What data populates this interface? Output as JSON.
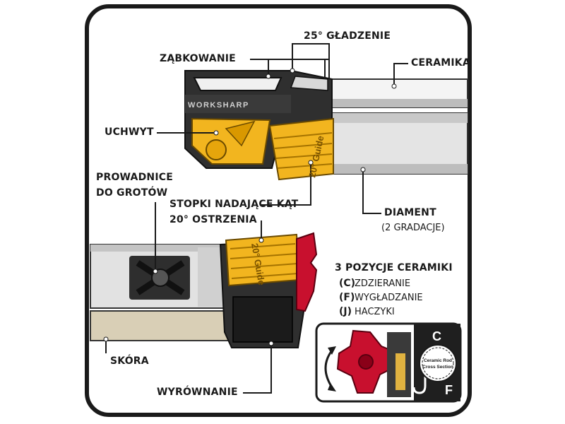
{
  "labels": {
    "gladzenie": "25° GŁADZENIE",
    "zabkowanie": "ZĄBKOWANIE",
    "ceramika": "CERAMIKA",
    "uchwyt": "UCHWYT",
    "prowadnice_line1": "PROWADNICE",
    "prowadnice_line2": "DO GROTÓW",
    "stopki_line1": "STOPKI NADAJĄCE KĄT",
    "stopki_line2": "20° OSTRZENIA",
    "diament": "DIAMENT",
    "diament_sub": "(2 GRADACJE)",
    "pozycje_title": "3 POZYCJE CERAMIKI",
    "skora": "SKÓRA",
    "wyrownanie": "WYRÓWNANIE"
  },
  "ceramic_positions": [
    {
      "symbol": "(C)",
      "text": "ZDZIERANIE"
    },
    {
      "symbol": "(F)",
      "text": "WYGŁADZANIE"
    },
    {
      "symbol": "(J)",
      "text": "HACZYKI"
    }
  ],
  "product_text": {
    "brand": "WORKSHARP",
    "guide_top": "20° Guide",
    "guide_bottom": "20° Guide"
  },
  "inset": {
    "letter_c": "C",
    "letter_f": "F",
    "badge_line1": "Ceramic Rod",
    "badge_line2": "Cross Section"
  },
  "colors": {
    "yellow": "#f2b51f",
    "red": "#c8102e",
    "dark": "#2b2b2b",
    "leather": "#d9cfb6",
    "steel": "#dcdcdc"
  }
}
